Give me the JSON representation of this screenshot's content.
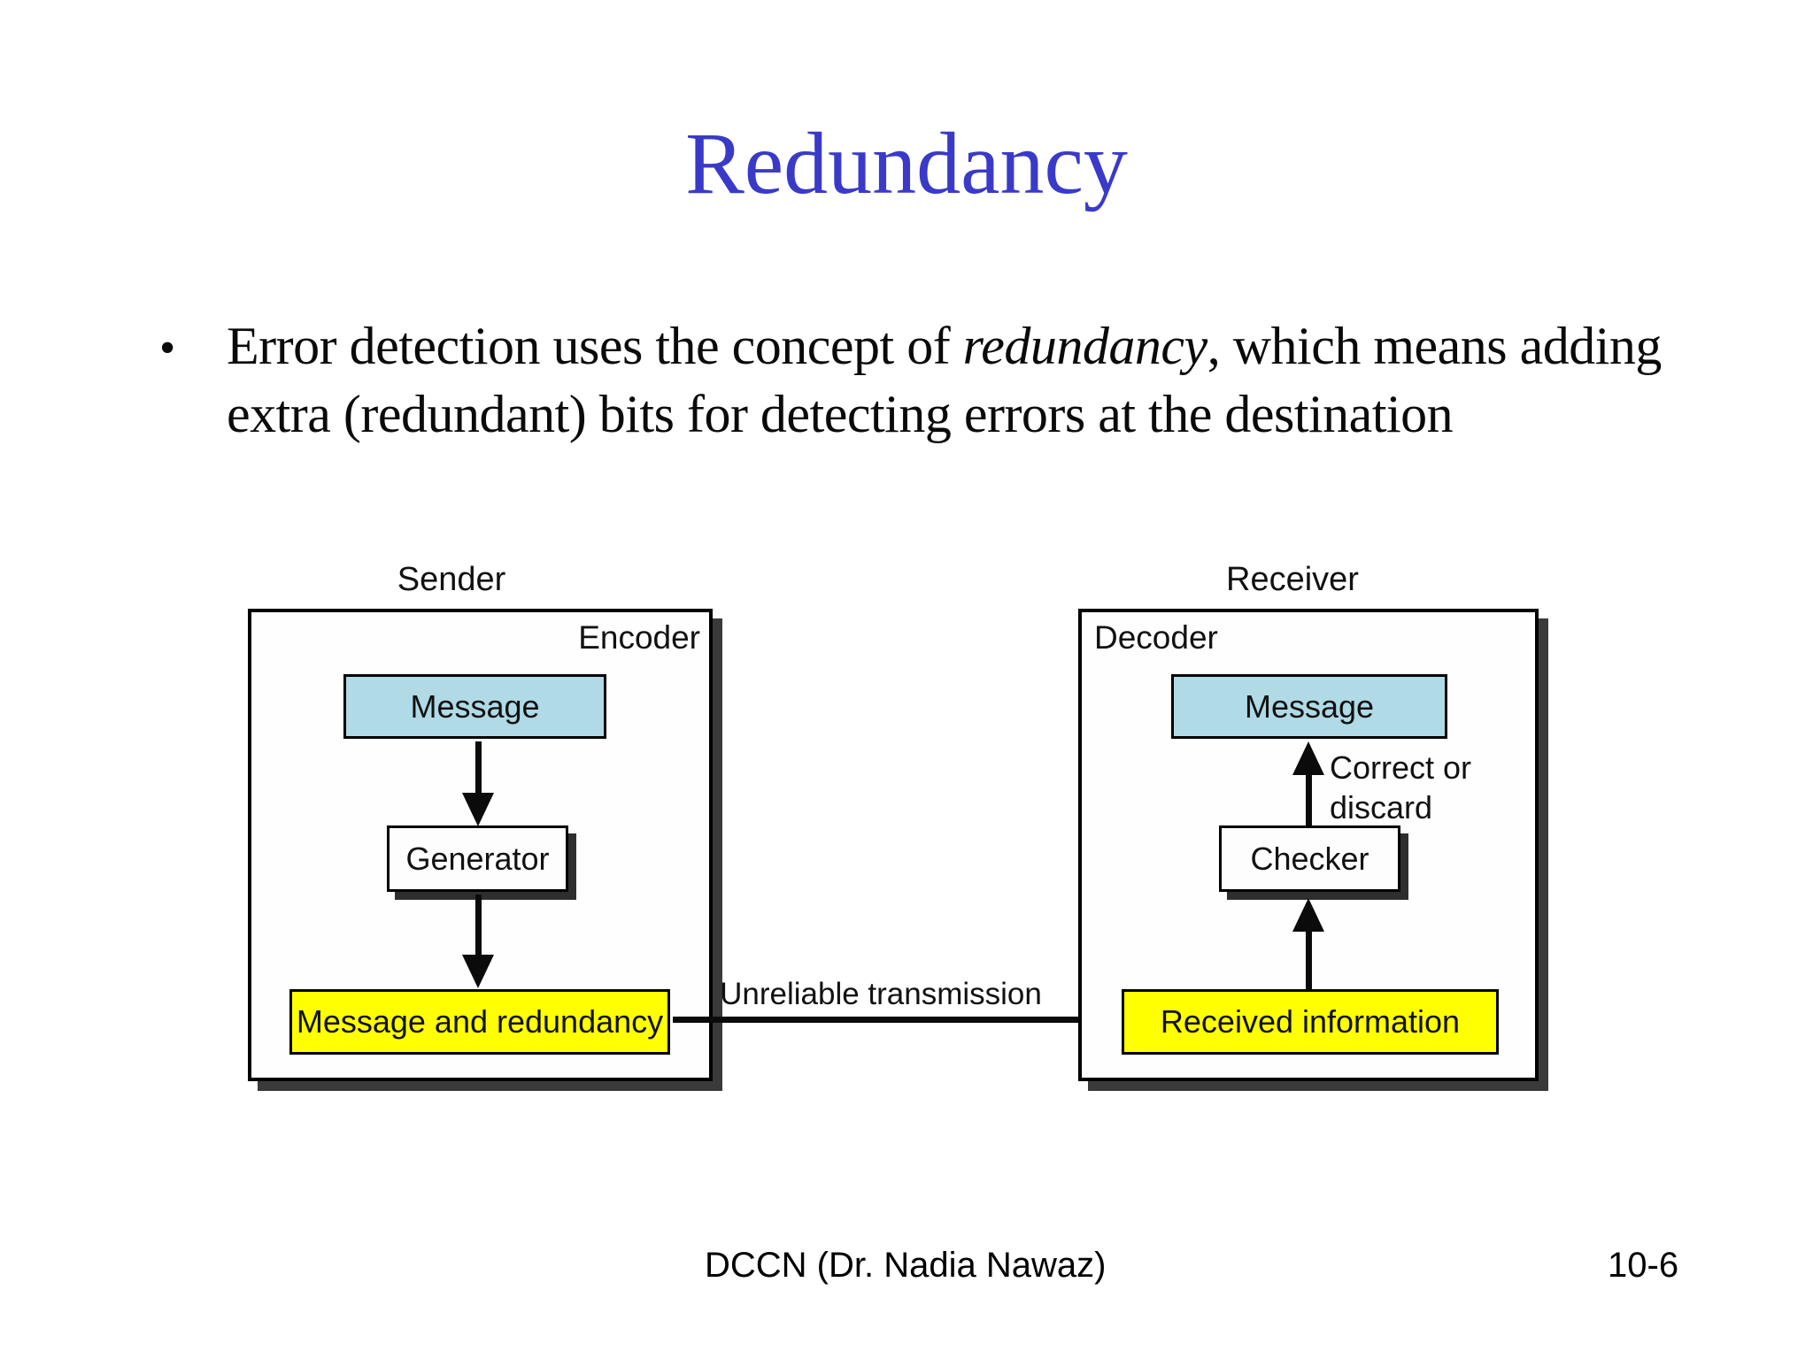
{
  "slide": {
    "title": "Redundancy",
    "title_color": "#3A3AC8",
    "bullet": {
      "marker": "•",
      "text_pre": "Error detection uses the concept of ",
      "text_italic": "redundancy",
      "text_post": ", which means adding extra (redundant) bits for detecting errors at the destination"
    },
    "footer": {
      "credit": "DCCN (Dr. Nadia Nawaz)",
      "page_number": "10-6"
    }
  },
  "diagram": {
    "sender": {
      "panel_label": "Sender",
      "box_label": "Encoder",
      "message_box": "Message",
      "processor_box": "Generator",
      "output_box": "Message and redundancy"
    },
    "receiver": {
      "panel_label": "Receiver",
      "box_label": "Decoder",
      "message_box": "Message",
      "processor_box": "Checker",
      "input_box": "Received information",
      "decision_line1": "Correct or",
      "decision_line2": "discard"
    },
    "channel": {
      "label": "Unreliable transmission"
    },
    "colors": {
      "message_fill": "#AFDAE6",
      "data_fill": "#FFFF00",
      "box_shadow": "#3a3a3a",
      "line": "#0b0b0b"
    }
  }
}
